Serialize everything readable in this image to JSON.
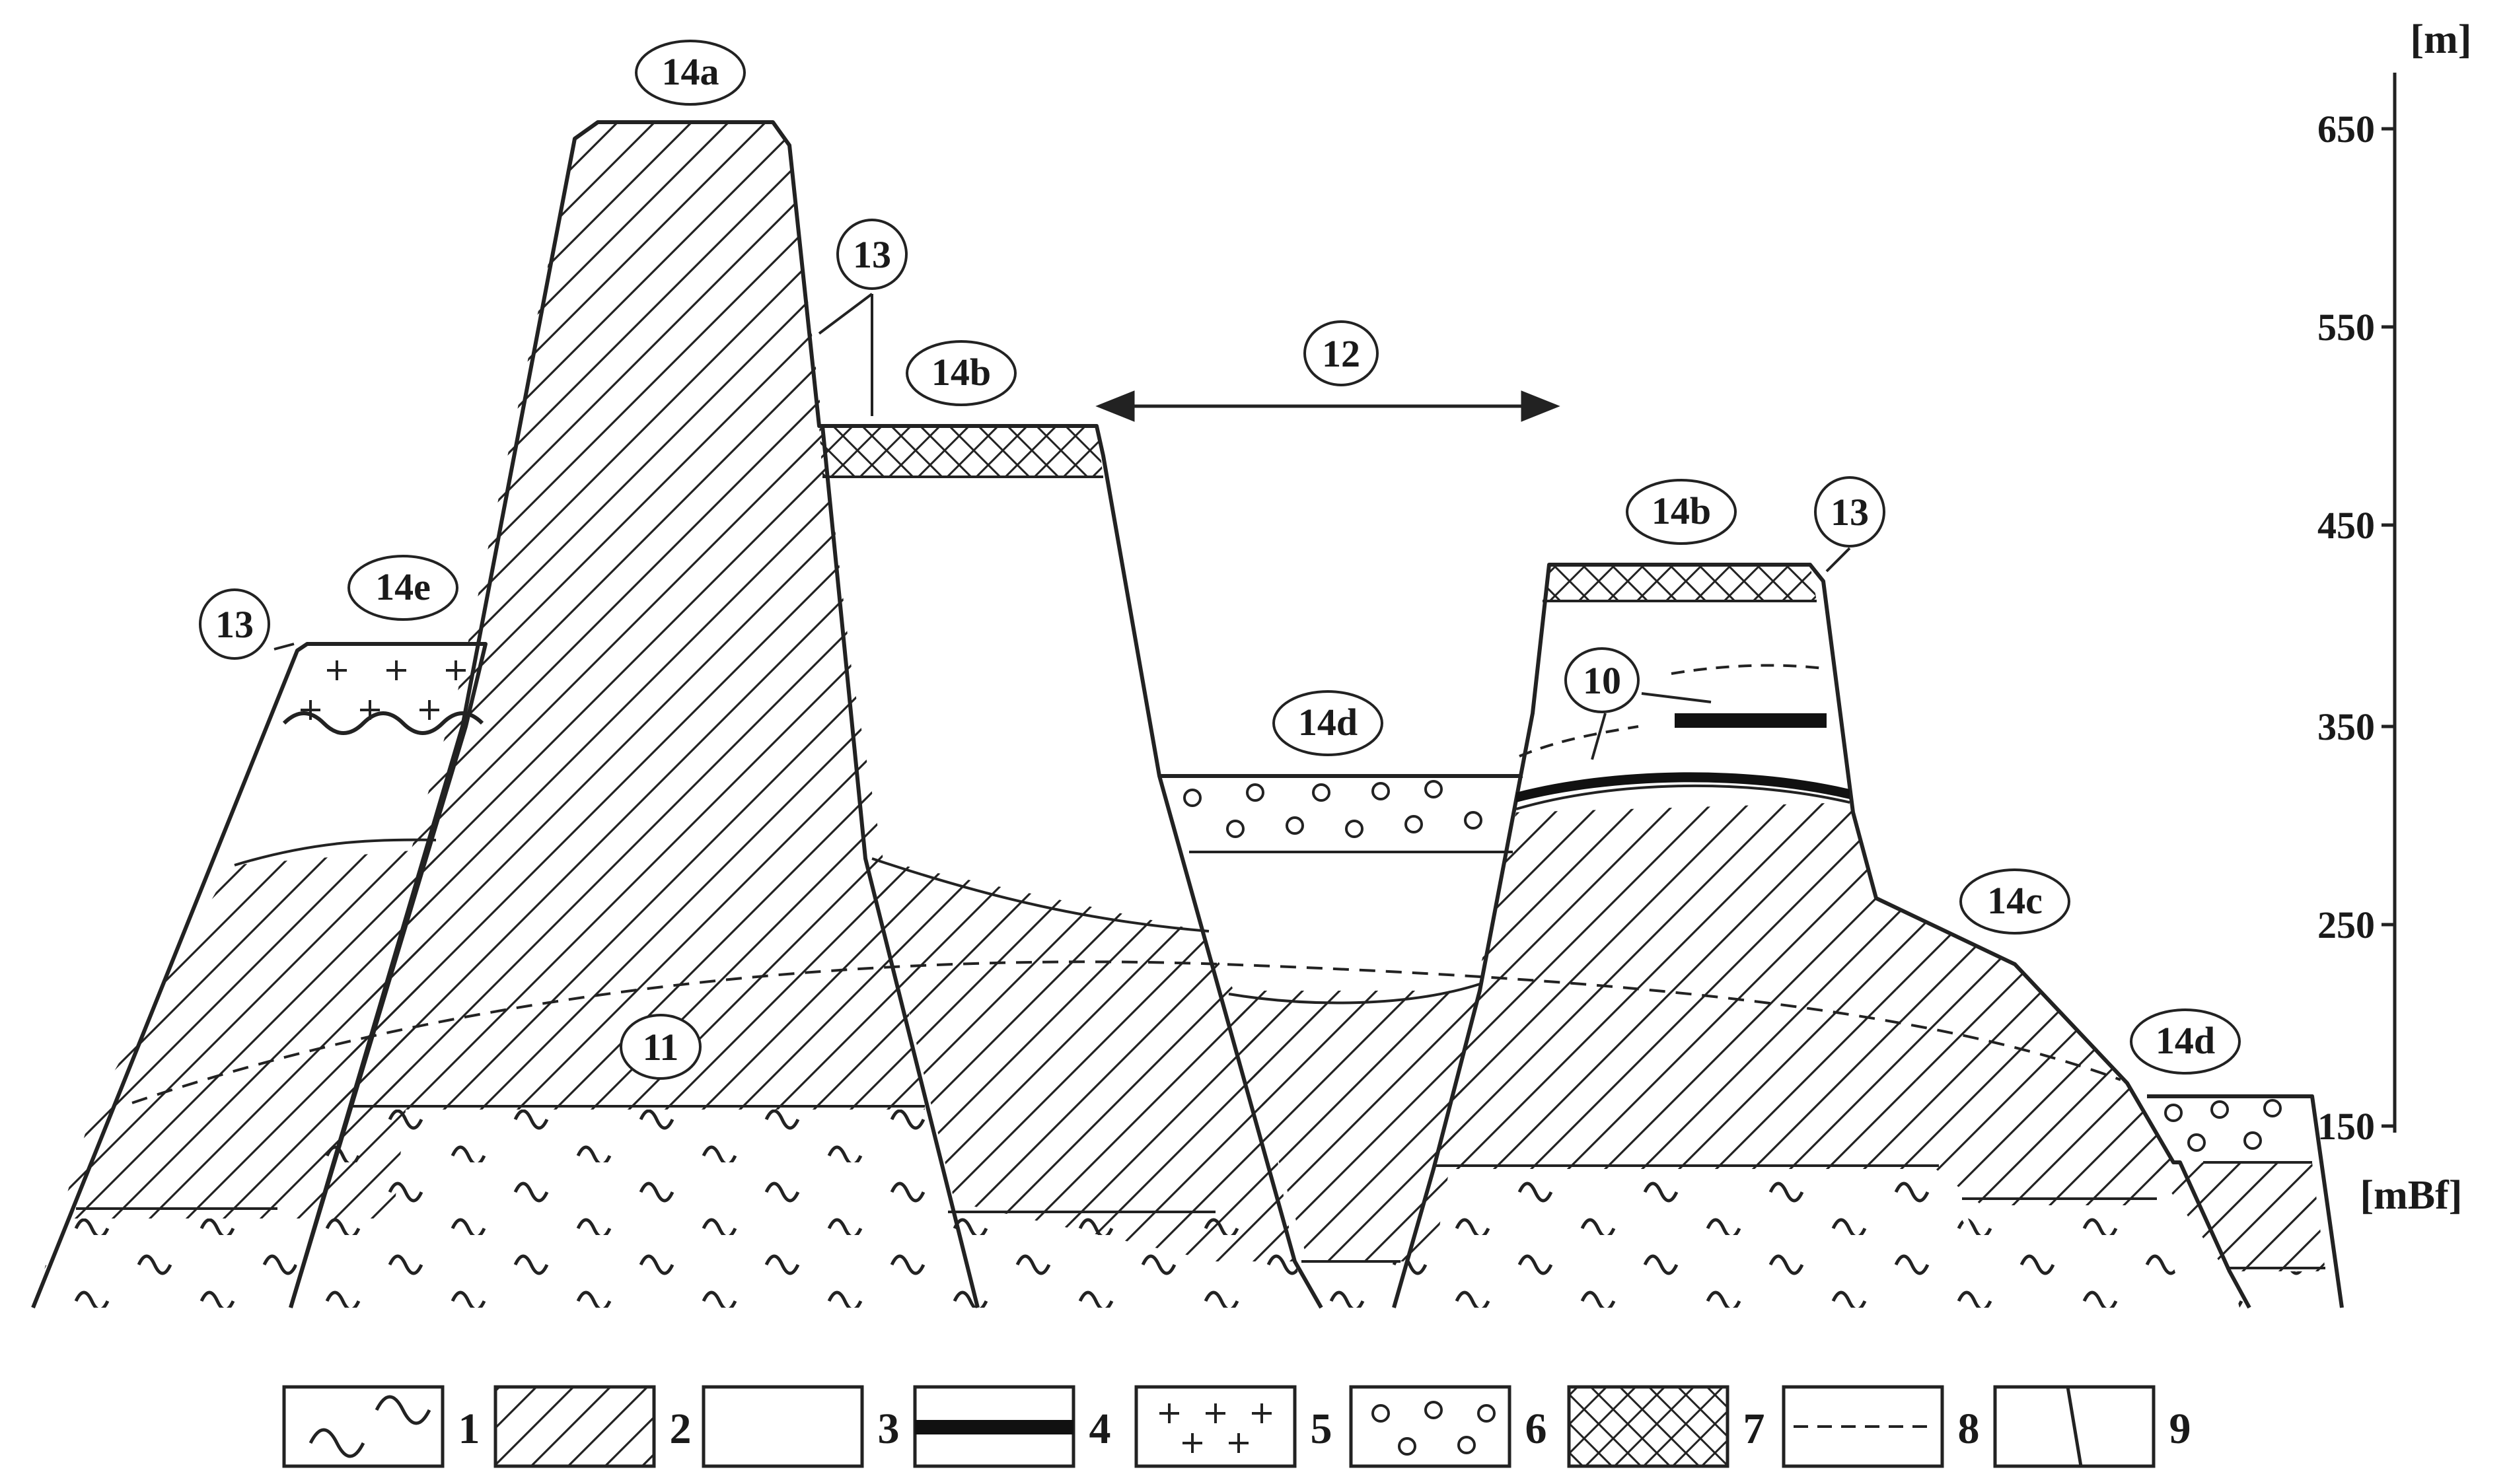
{
  "axis": {
    "unit_top": "[m]",
    "unit_bottom": "[mBf]",
    "ticks": [
      "650",
      "550",
      "450",
      "350",
      "250",
      "150"
    ]
  },
  "labels": {
    "block_14a": "14a",
    "block_14b_left": "14b",
    "block_14b_right": "14b",
    "block_14c": "14c",
    "block_14d_mid": "14d",
    "block_14d_right": "14d",
    "block_14e": "14e",
    "label_13_left": "13",
    "label_13_top": "13",
    "label_13_right": "13",
    "label_12": "12",
    "label_11": "11",
    "label_10": "10"
  },
  "legend": [
    "1",
    "2",
    "3",
    "4",
    "5",
    "6",
    "7",
    "8",
    "9"
  ]
}
